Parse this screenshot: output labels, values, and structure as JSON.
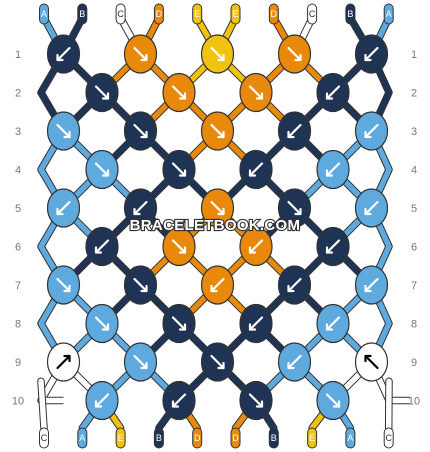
{
  "colors": {
    "A": "#5ea9dd",
    "B": "#1f3454",
    "C": "#ffffff",
    "D": "#e8890c",
    "E": "#efc30e"
  },
  "top_strings": [
    "A",
    "B",
    "C",
    "D",
    "E",
    "E",
    "D",
    "C",
    "B",
    "A"
  ],
  "bottom_strings": [
    "C",
    "A",
    "E",
    "B",
    "D",
    "D",
    "B",
    "E",
    "A",
    "C"
  ],
  "row_labels": [
    "1",
    "2",
    "3",
    "4",
    "5",
    "6",
    "7",
    "8",
    "9",
    "10"
  ],
  "watermark": "BRACELETBOOK.COM",
  "knots": [
    {
      "row": 1,
      "pos": 0,
      "color": "B",
      "dir": "sw"
    },
    {
      "row": 1,
      "pos": 1,
      "color": "D",
      "dir": "se"
    },
    {
      "row": 1,
      "pos": 2,
      "color": "E",
      "dir": "se"
    },
    {
      "row": 1,
      "pos": 3,
      "color": "D",
      "dir": "se"
    },
    {
      "row": 1,
      "pos": 4,
      "color": "B",
      "dir": "sw"
    },
    {
      "row": 2,
      "pos": 0,
      "color": "B",
      "dir": "se"
    },
    {
      "row": 2,
      "pos": 1,
      "color": "D",
      "dir": "se"
    },
    {
      "row": 2,
      "pos": 2,
      "color": "D",
      "dir": "se"
    },
    {
      "row": 2,
      "pos": 3,
      "color": "B",
      "dir": "sw"
    },
    {
      "row": 3,
      "pos": 0,
      "color": "A",
      "dir": "se"
    },
    {
      "row": 3,
      "pos": 1,
      "color": "B",
      "dir": "se"
    },
    {
      "row": 3,
      "pos": 2,
      "color": "D",
      "dir": "se"
    },
    {
      "row": 3,
      "pos": 3,
      "color": "B",
      "dir": "sw"
    },
    {
      "row": 3,
      "pos": 4,
      "color": "A",
      "dir": "sw"
    },
    {
      "row": 4,
      "pos": 0,
      "color": "A",
      "dir": "se"
    },
    {
      "row": 4,
      "pos": 1,
      "color": "B",
      "dir": "se"
    },
    {
      "row": 4,
      "pos": 2,
      "color": "B",
      "dir": "sw"
    },
    {
      "row": 4,
      "pos": 3,
      "color": "A",
      "dir": "sw"
    },
    {
      "row": 5,
      "pos": 0,
      "color": "A",
      "dir": "sw"
    },
    {
      "row": 5,
      "pos": 1,
      "color": "B",
      "dir": "sw"
    },
    {
      "row": 5,
      "pos": 2,
      "color": "D",
      "dir": "se"
    },
    {
      "row": 5,
      "pos": 3,
      "color": "B",
      "dir": "se"
    },
    {
      "row": 5,
      "pos": 4,
      "color": "A",
      "dir": "sw"
    },
    {
      "row": 6,
      "pos": 0,
      "color": "B",
      "dir": "sw"
    },
    {
      "row": 6,
      "pos": 1,
      "color": "D",
      "dir": "se"
    },
    {
      "row": 6,
      "pos": 2,
      "color": "D",
      "dir": "sw"
    },
    {
      "row": 6,
      "pos": 3,
      "color": "B",
      "dir": "sw"
    },
    {
      "row": 7,
      "pos": 0,
      "color": "A",
      "dir": "se"
    },
    {
      "row": 7,
      "pos": 1,
      "color": "B",
      "dir": "se"
    },
    {
      "row": 7,
      "pos": 2,
      "color": "D",
      "dir": "sw"
    },
    {
      "row": 7,
      "pos": 3,
      "color": "B",
      "dir": "sw"
    },
    {
      "row": 7,
      "pos": 4,
      "color": "A",
      "dir": "sw"
    },
    {
      "row": 8,
      "pos": 0,
      "color": "A",
      "dir": "se"
    },
    {
      "row": 8,
      "pos": 1,
      "color": "B",
      "dir": "se"
    },
    {
      "row": 8,
      "pos": 2,
      "color": "B",
      "dir": "sw"
    },
    {
      "row": 8,
      "pos": 3,
      "color": "A",
      "dir": "sw"
    },
    {
      "row": 9,
      "pos": 0,
      "color": "C",
      "dir": "ne"
    },
    {
      "row": 9,
      "pos": 1,
      "color": "A",
      "dir": "se"
    },
    {
      "row": 9,
      "pos": 2,
      "color": "B",
      "dir": "se"
    },
    {
      "row": 9,
      "pos": 3,
      "color": "A",
      "dir": "sw"
    },
    {
      "row": 9,
      "pos": 4,
      "color": "C",
      "dir": "nw"
    },
    {
      "row": 10,
      "pos": 0,
      "color": "A",
      "dir": "sw"
    },
    {
      "row": 10,
      "pos": 1,
      "color": "B",
      "dir": "sw"
    },
    {
      "row": 10,
      "pos": 2,
      "color": "B",
      "dir": "se"
    },
    {
      "row": 10,
      "pos": 3,
      "color": "A",
      "dir": "se"
    }
  ]
}
